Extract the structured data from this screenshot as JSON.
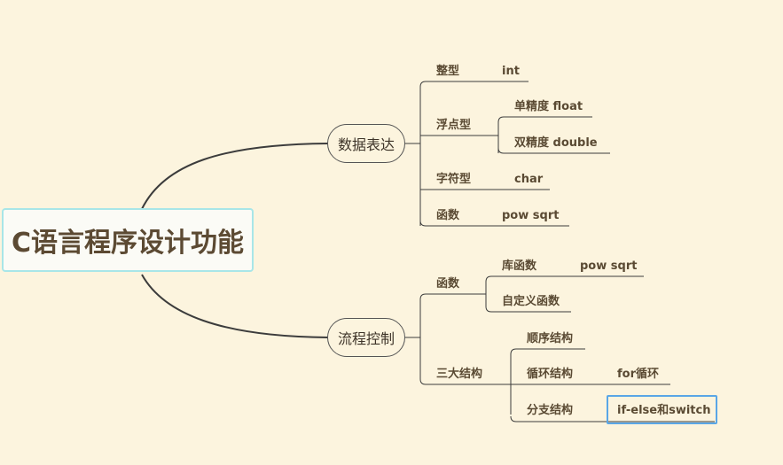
{
  "root": {
    "label": "C语言程序设计功能"
  },
  "branches": {
    "data_expression": {
      "label": "数据表达",
      "integer": {
        "label": "整型",
        "value": "int"
      },
      "floating": {
        "label": "浮点型",
        "single": "单精度 float",
        "double": "双精度  double"
      },
      "character": {
        "label": "字符型",
        "value": "char"
      },
      "function": {
        "label": "函数",
        "value": "pow sqrt"
      }
    },
    "flow_control": {
      "label": "流程控制",
      "function": {
        "label": "函数",
        "library": "库函数",
        "library_value": "pow sqrt",
        "custom": "自定义函数"
      },
      "structures": {
        "label": "三大结构",
        "sequence": "顺序结构",
        "loop": "循环结构",
        "loop_value": "for循环",
        "branch": "分支结构",
        "branch_value": "if-else和switch"
      }
    }
  }
}
